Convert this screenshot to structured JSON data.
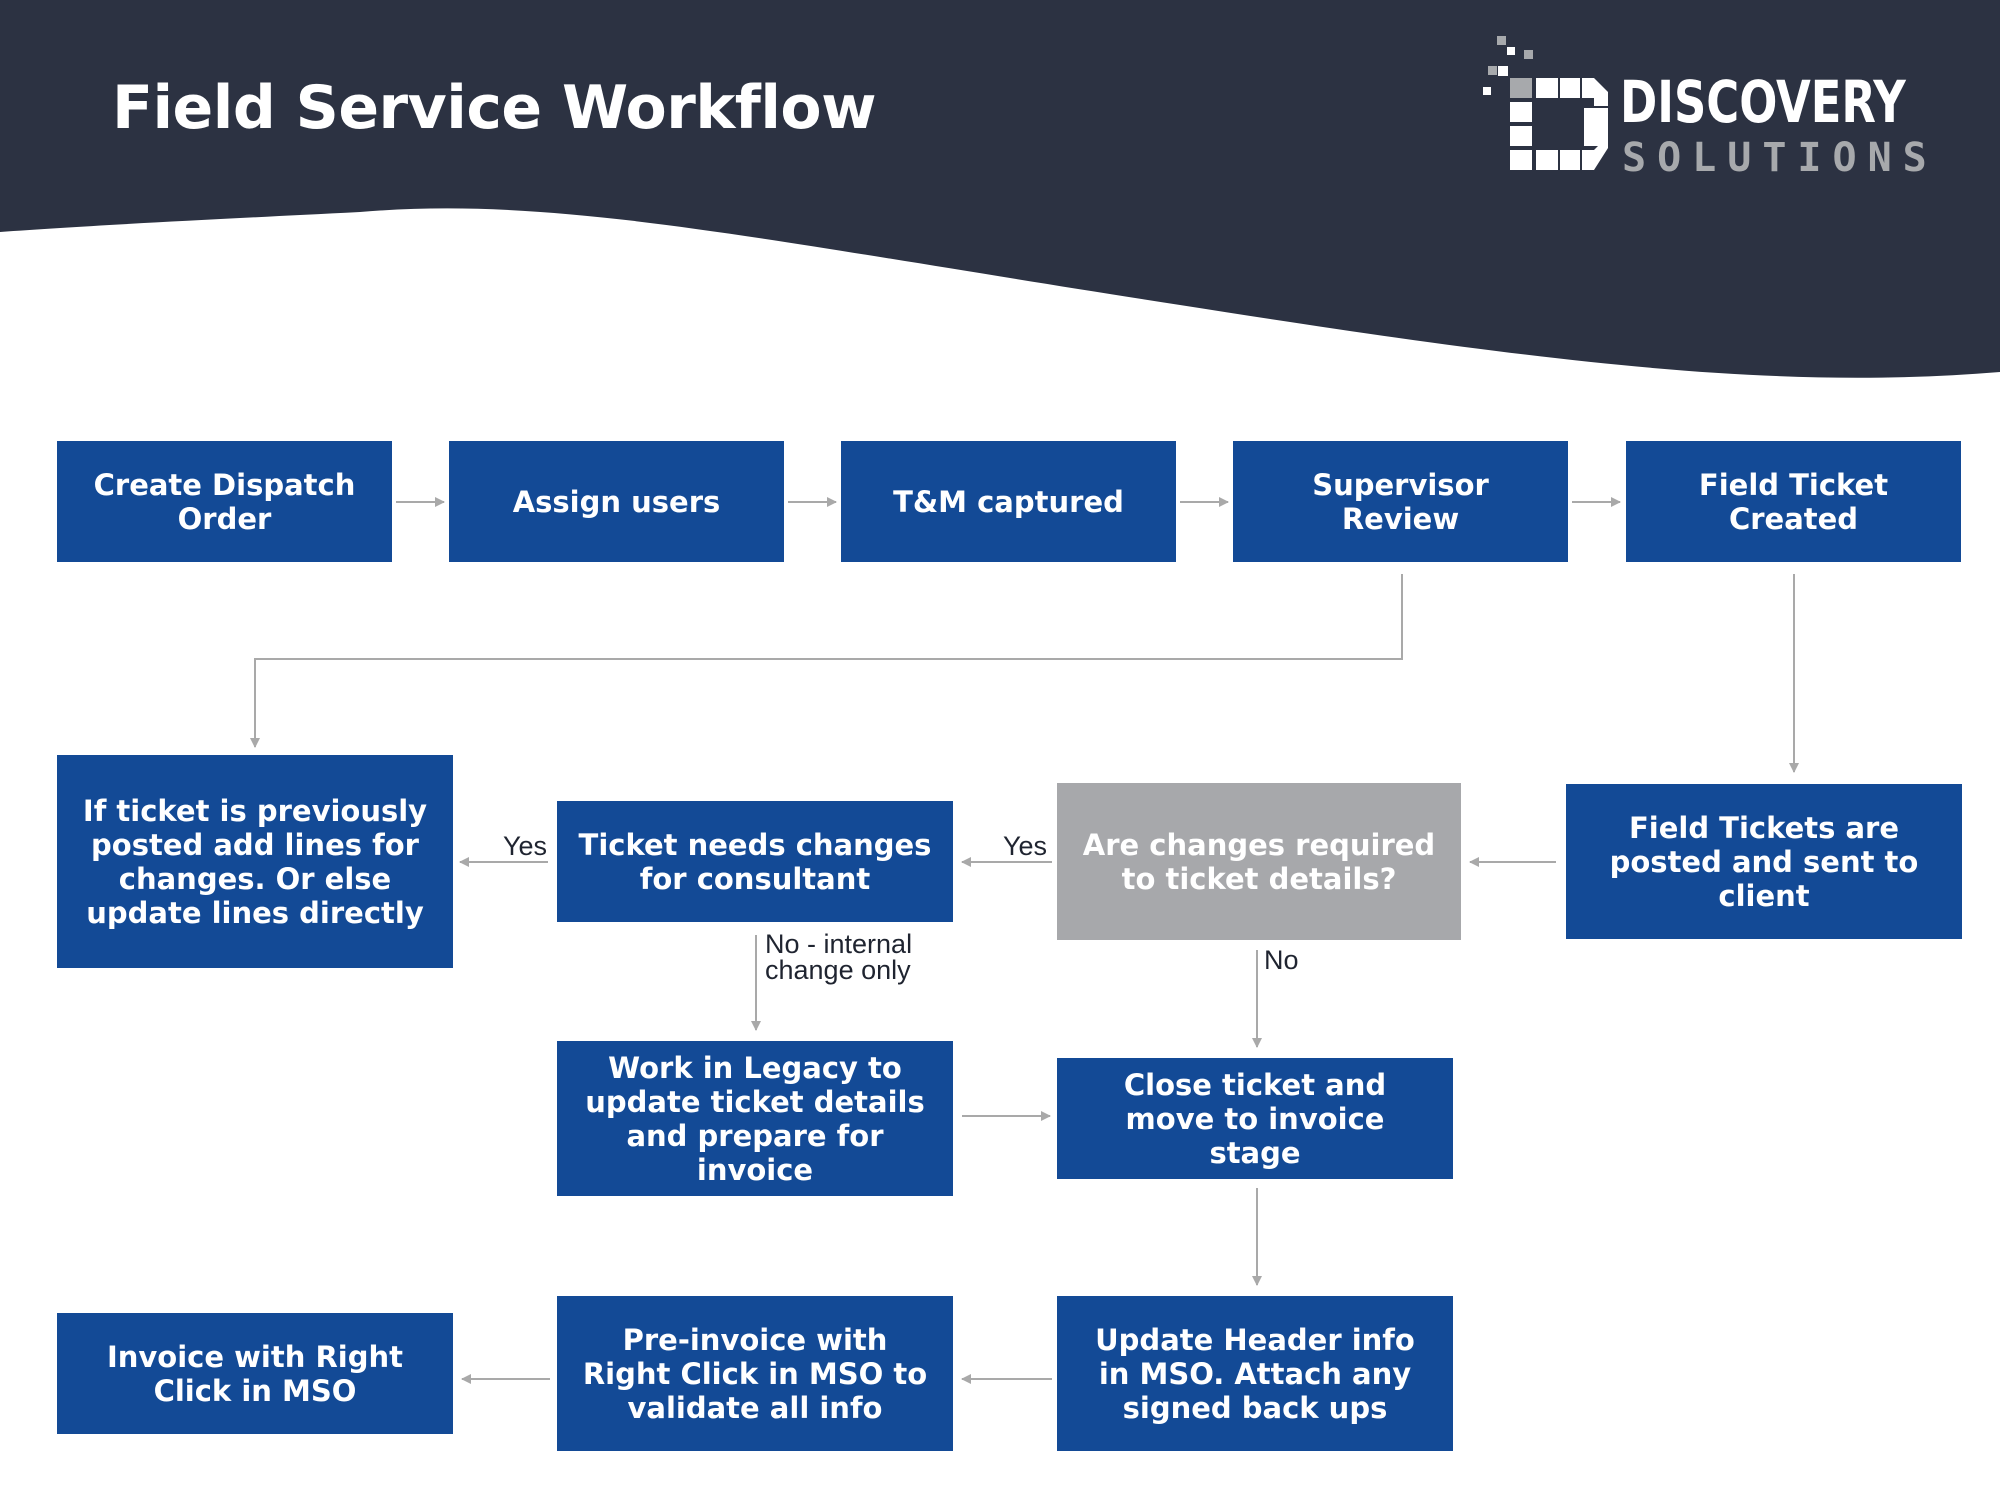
{
  "header": {
    "title": "Field Service Workflow",
    "logo_name": "DISCOVERY",
    "logo_sub": "SOLUTIONS",
    "background_color": "#2c3242"
  },
  "colors": {
    "process_box": "#134a96",
    "decision_box": "#a7a8ab",
    "connector": "#a9a9a9"
  },
  "nodes": {
    "create_dispatch": "Create Dispatch Order",
    "assign_users": "Assign users",
    "tm_captured": "T&M captured",
    "supervisor_review": "Supervisor Review",
    "field_ticket_created": "Field Ticket Created",
    "previously_posted": "If ticket is previously posted add lines for changes. Or else update lines directly",
    "needs_changes": "Ticket needs changes for consultant",
    "changes_required": "Are changes required to ticket details?",
    "posted_sent": "Field Tickets are posted and sent to client",
    "work_in_legacy": "Work in Legacy to update ticket details and prepare for invoice",
    "close_ticket": "Close ticket and move to invoice stage",
    "invoice_right_click": "Invoice with Right Click in MSO",
    "pre_invoice": "Pre-invoice with Right Click in MSO to validate all info",
    "update_header": "Update Header info in MSO. Attach any signed back ups"
  },
  "edge_labels": {
    "yes_1": "Yes",
    "yes_2": "Yes",
    "no_internal_line1": "No - internal",
    "no_internal_line2": "change only",
    "no": "No"
  }
}
